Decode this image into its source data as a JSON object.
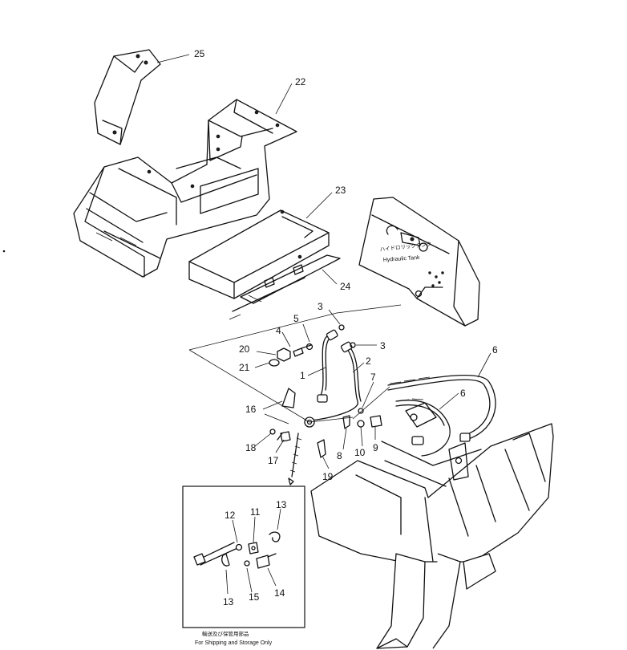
{
  "callouts": {
    "p1": "1",
    "p2": "2",
    "p3a": "3",
    "p3b": "3",
    "p4": "4",
    "p5": "5",
    "p6a": "6",
    "p6b": "6",
    "p7": "7",
    "p8": "8",
    "p9": "9",
    "p10": "10",
    "p16": "16",
    "p17": "17",
    "p18": "18",
    "p19": "19",
    "p20": "20",
    "p21": "21",
    "p22": "22",
    "p23": "23",
    "p24": "24",
    "p25": "25"
  },
  "tank": {
    "label_jp": "ハイドロリックタンク",
    "label_en": "Hydraulic Tank"
  },
  "inset": {
    "callouts": {
      "p11": "11",
      "p12": "12",
      "p13a": "13",
      "p13b": "13",
      "p14": "14",
      "p15": "15"
    },
    "caption_jp": "輸送及び保管用部品",
    "caption_en": "For Shipping and Storage Only"
  }
}
